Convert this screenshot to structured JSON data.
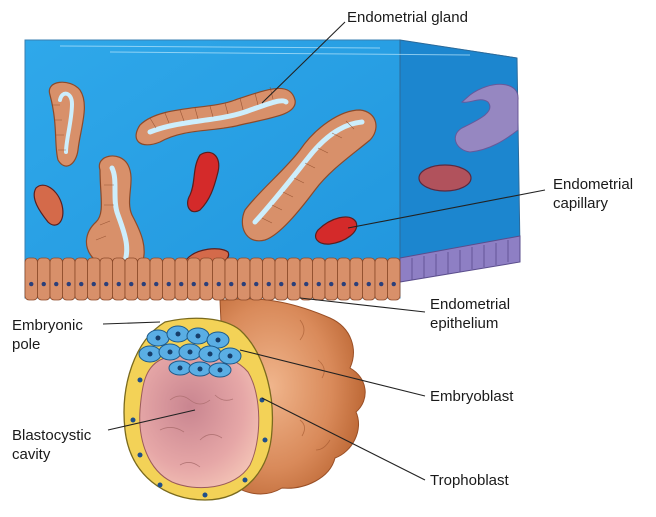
{
  "labels": {
    "endometrial_gland": "Endometrial gland",
    "endometrial_capillary_1": "Endometrial",
    "endometrial_capillary_2": "capillary",
    "endometrial_epithelium_1": "Endometrial",
    "endometrial_epithelium_2": "epithelium",
    "embryonic_pole_1": "Embryonic",
    "embryonic_pole_2": "pole",
    "embryoblast": "Embryoblast",
    "blastocystic_cavity_1": "Blastocystic",
    "blastocystic_cavity_2": "cavity",
    "trophoblast": "Trophoblast"
  },
  "colors": {
    "stroma_front": "#2aa5e6",
    "stroma_top": "#8fd3f5",
    "stroma_side": "#1c86cf",
    "gland_cell": "#d8906a",
    "capillary": "#d42a2a",
    "trophoblast": "#f3d257",
    "embryoblast": "#5aaee4",
    "cavity": "#d98e96",
    "syncytium": "#c9784a"
  }
}
